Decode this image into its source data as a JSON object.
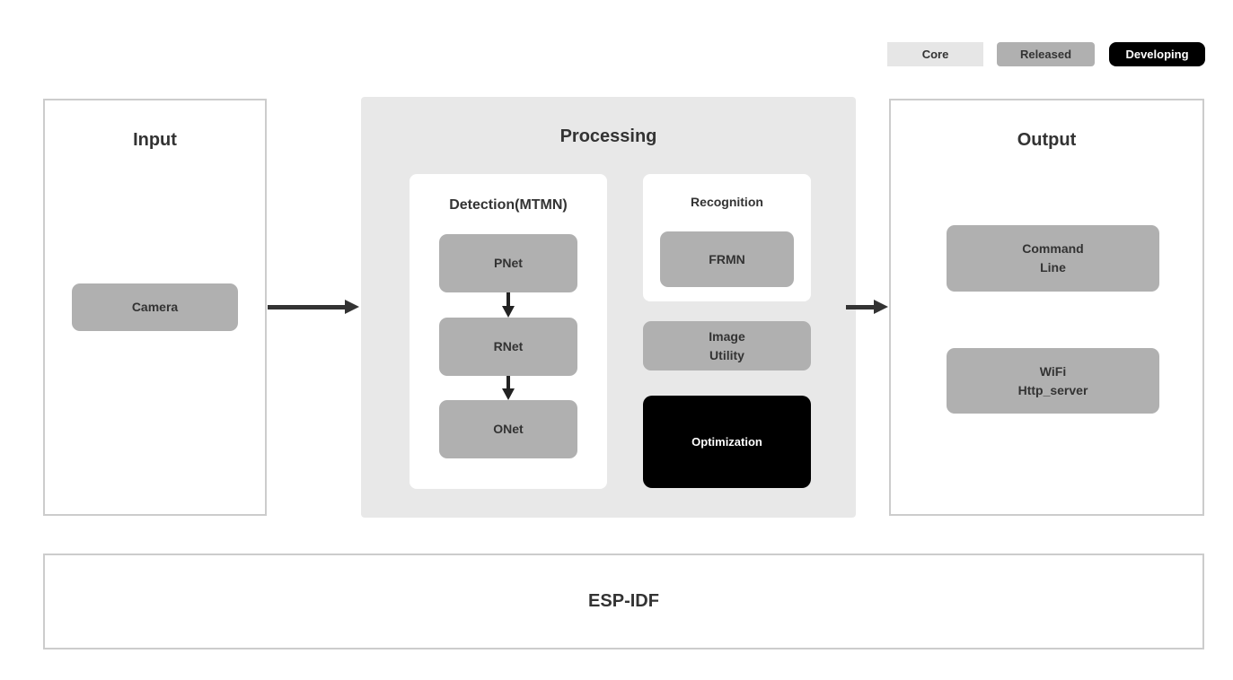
{
  "legend": {
    "core": "Core",
    "released": "Released",
    "developing": "Developing"
  },
  "input": {
    "title": "Input",
    "camera": "Camera"
  },
  "processing": {
    "title": "Processing",
    "detection": {
      "title": "Detection(MTMN)",
      "pnet": "PNet",
      "rnet": "RNet",
      "onet": "ONet"
    },
    "recognition": {
      "title": "Recognition",
      "frmn": "FRMN"
    },
    "image_utility": {
      "line1": "Image",
      "line2": "Utility"
    },
    "optimization": "Optimization"
  },
  "output": {
    "title": "Output",
    "command_line": {
      "line1": "Command",
      "line2": "Line"
    },
    "wifi": {
      "line1": "WiFi",
      "line2": "Http_server"
    }
  },
  "foundation": {
    "title": "ESP-IDF"
  },
  "colors": {
    "node_gray": "#b0b0b0",
    "node_black": "#000000",
    "processing_background": "#e8e8e8",
    "legend_core_background": "#e6e6e6",
    "section_border": "#cccccc",
    "text": "#333333",
    "arrow": "#333333"
  }
}
